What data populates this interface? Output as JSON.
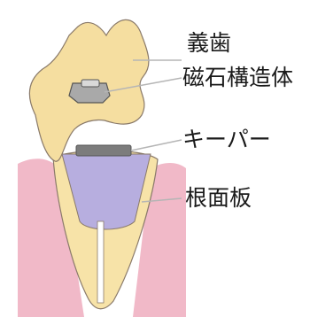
{
  "labels": {
    "denture": "義歯",
    "magnet": "磁石構造体",
    "keeper": "キーパー",
    "coping": "根面板"
  },
  "colors": {
    "denture_fill": "#f5dea0",
    "tooth_fill": "#f7e3a8",
    "gum_fill": "#f1b9c8",
    "outline": "#8a7a6a",
    "magnet_fill": "#a9a9a9",
    "magnet_cap": "#d9d9d9",
    "keeper_fill": "#7c7c7c",
    "coping_fill": "#b7aedf",
    "root_canal": "#ffffff",
    "leader_line": "#b5b5b5",
    "text": "#1a1a1a"
  }
}
